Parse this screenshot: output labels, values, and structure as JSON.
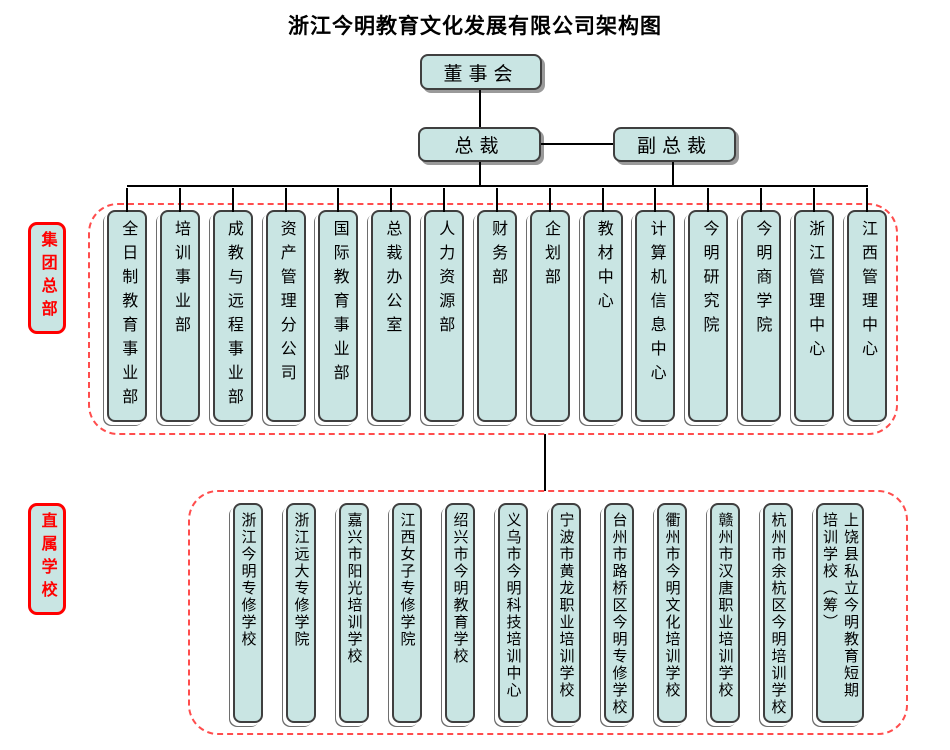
{
  "title": "浙江今明教育文化发展有限公司架构图",
  "top_boxes": {
    "board": "董事会",
    "president": "总裁",
    "vice_president": "副总裁"
  },
  "groups": {
    "headquarters": {
      "label": "集团总部",
      "departments": [
        "全日制教育事业部",
        "培训事业部",
        "成教与远程事业部",
        "资产管理分公司",
        "国际教育事业部",
        "总裁办公室",
        "人力资源部",
        "财务部",
        "企划部",
        "教材中心",
        "计算机信息中心",
        "今明研究院",
        "今明商学院",
        "浙江管理中心",
        "江西管理中心"
      ]
    },
    "schools": {
      "label": "直属学校",
      "items": [
        "浙江今明专修学校",
        "浙江远大专修学院",
        "嘉兴市阳光培训学校",
        "江西女子专修学院",
        "绍兴市今明教育学校",
        "义乌市今明科技培训中心",
        "宁波市黄龙职业培训学校",
        "台州市路桥区今明专修学校",
        "衢州市今明文化培训学校",
        "赣州市汉唐职业培训学校",
        "杭州市余杭区今明培训学校",
        "上饶县私立今明教育短期\n培训学校（筹）"
      ]
    }
  },
  "colors": {
    "box_fill": "#c9e5e3",
    "box_border": "#3f3f3f",
    "dashed_border": "#ff4d4d",
    "label_red": "#ff0000",
    "connector": "#000000"
  }
}
